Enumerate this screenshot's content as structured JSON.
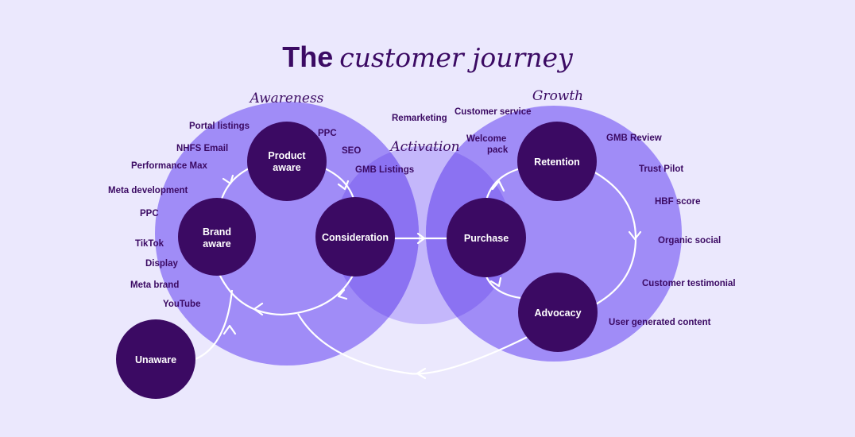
{
  "title": {
    "bold": "The",
    "italic": "customer journey"
  },
  "sections": {
    "awareness": "Awareness",
    "activation": "Activation",
    "growth": "Growth"
  },
  "nodes": {
    "product_aware": [
      "Product",
      "aware"
    ],
    "brand_aware": [
      "Brand",
      "aware"
    ],
    "consideration": "Consideration",
    "purchase": "Purchase",
    "retention": "Retention",
    "advocacy": "Advocacy",
    "unaware": "Unaware"
  },
  "awareness_labels": [
    "Portal listings",
    "NHFS Email",
    "Performance Max",
    "Meta development",
    "PPC",
    "TikTok",
    "Display",
    "Meta brand",
    "YouTube"
  ],
  "awareness_labels_right": [
    "PPC",
    "SEO",
    "GMB Listings"
  ],
  "activation_labels": [
    "Remarketing",
    "Customer service",
    "Welcome",
    "pack"
  ],
  "growth_labels": [
    "GMB Review",
    "Trust Pilot",
    "HBF score",
    "Organic social",
    "Customer testimonial",
    "User generated content"
  ],
  "colors": {
    "background": "#ebe8fd",
    "big_circle": "#a08cf7",
    "overlap": "#8b72f2",
    "activation_circle": "#c4b7fb",
    "node": "#3b0a63",
    "text": "#3b0a63"
  }
}
